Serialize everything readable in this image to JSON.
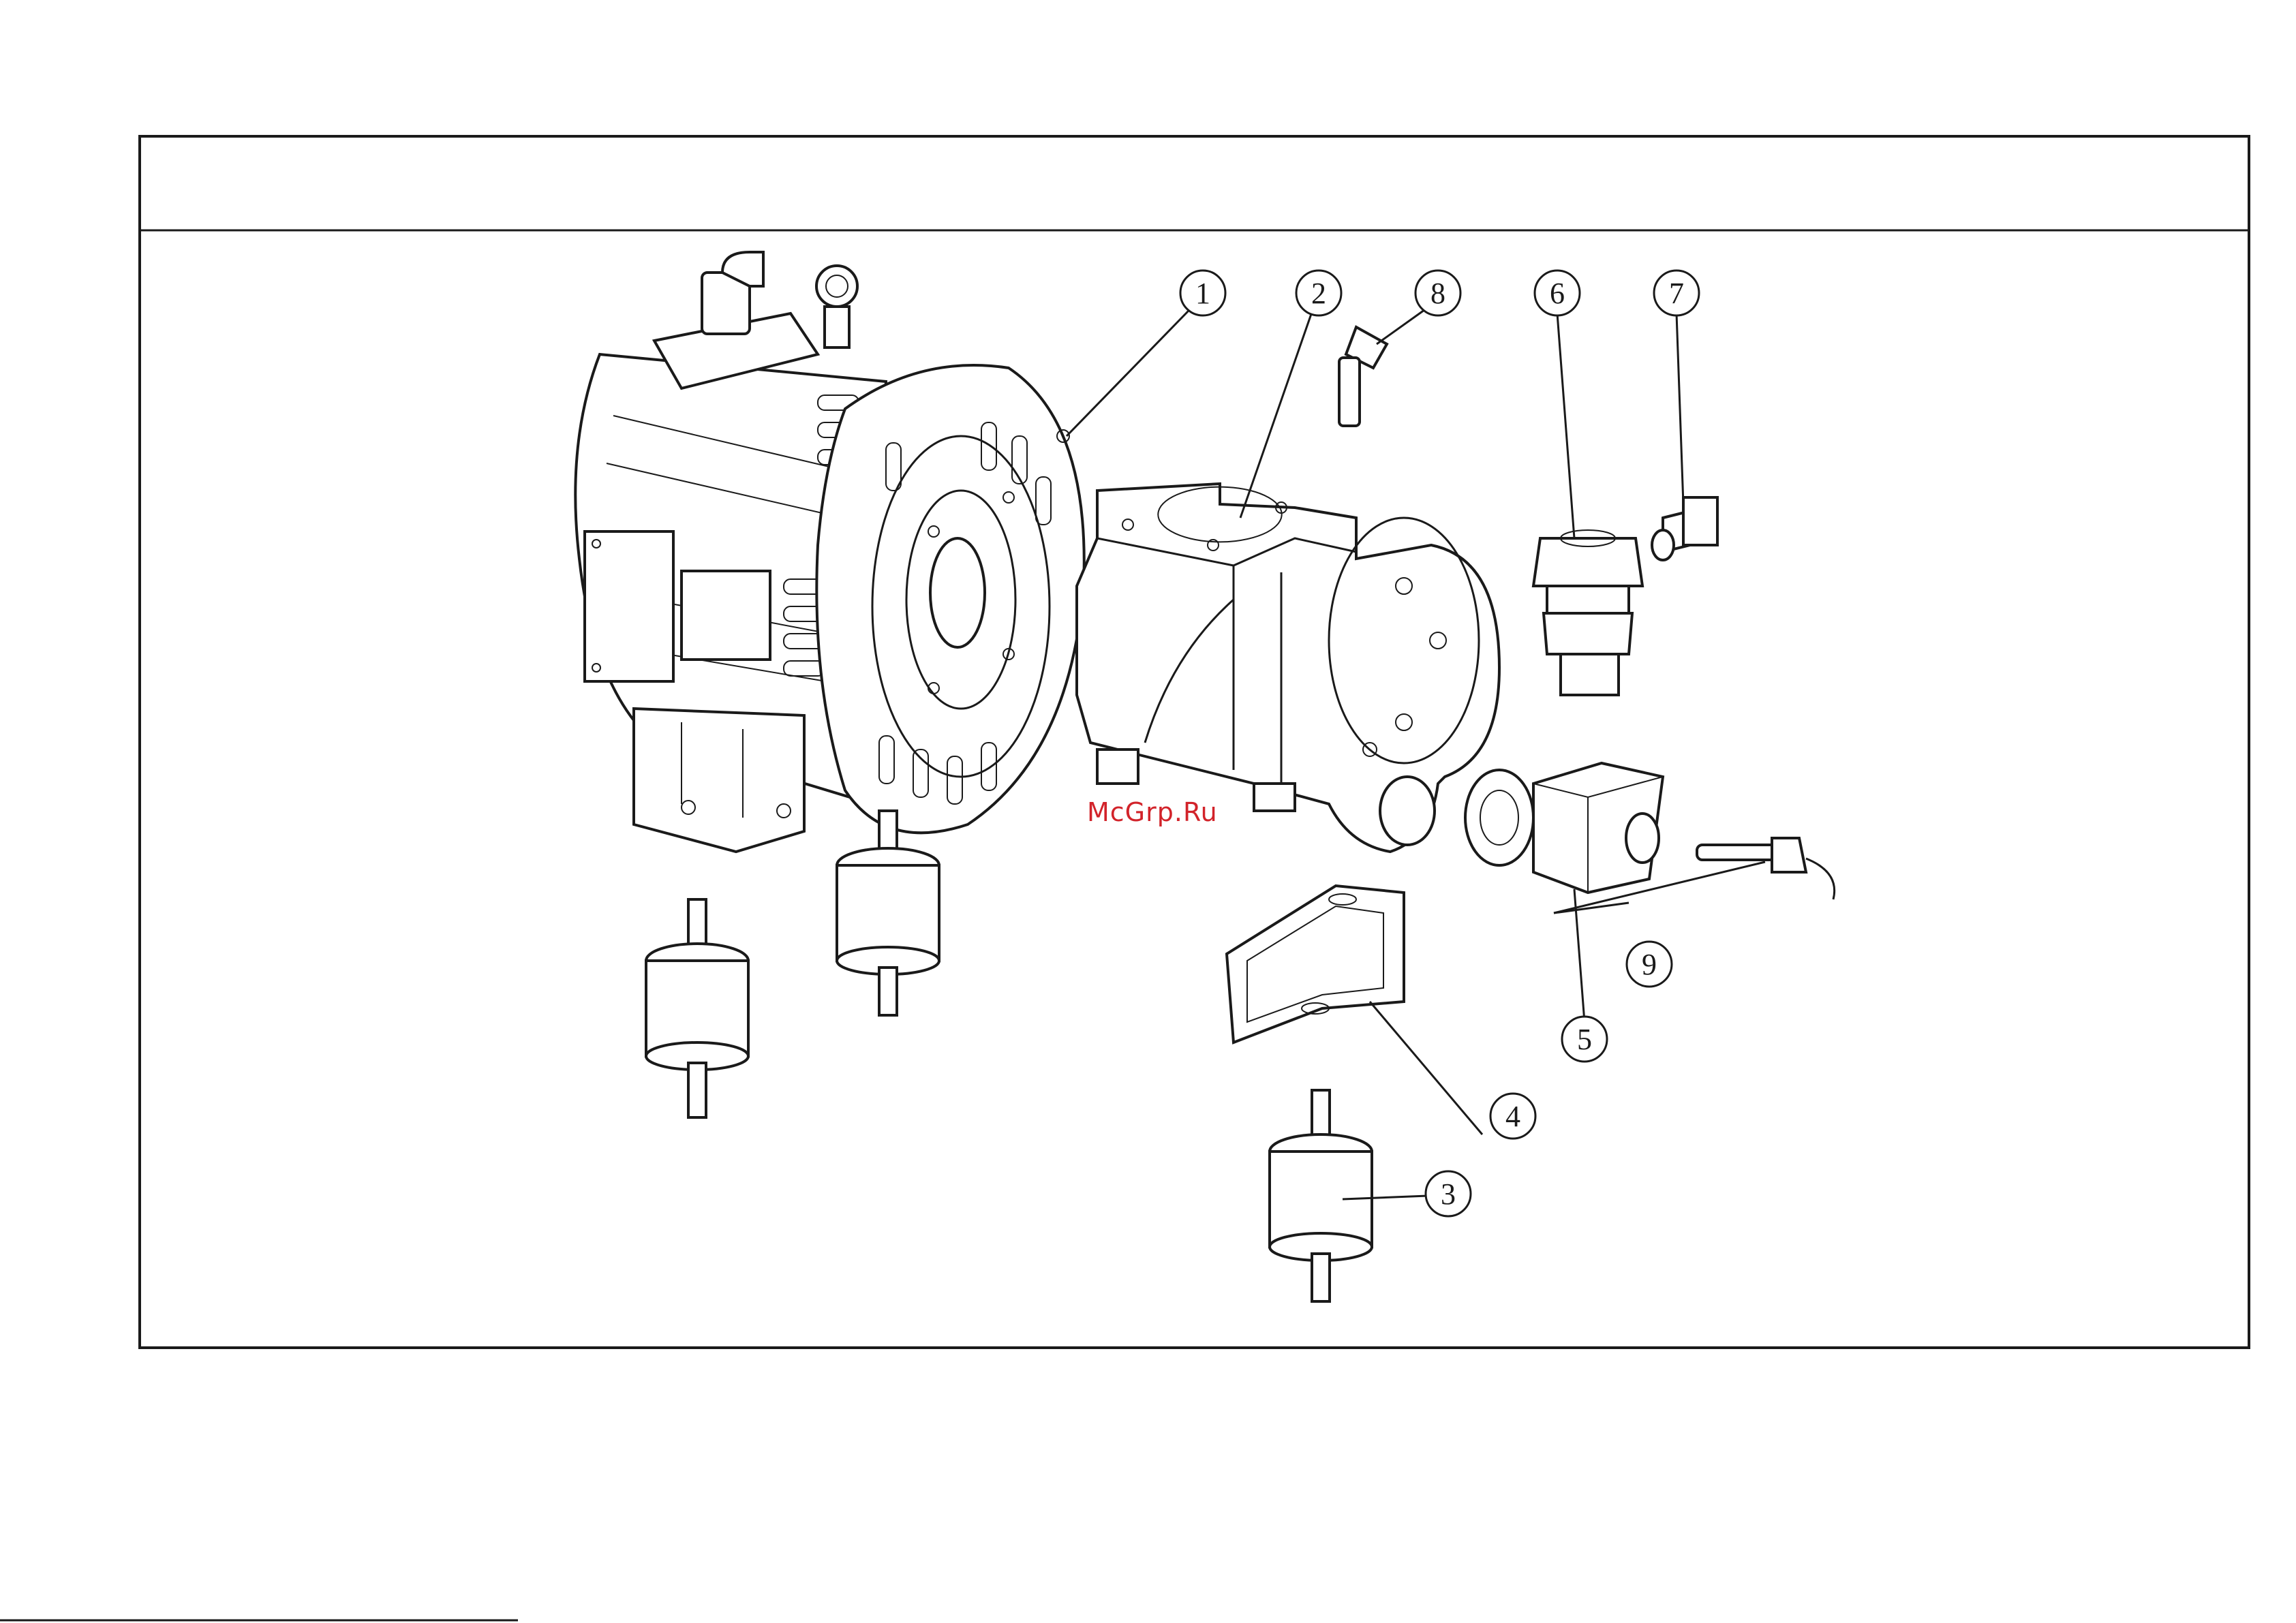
{
  "callouts": [
    "1",
    "2",
    "3",
    "4",
    "5",
    "6",
    "7",
    "8",
    "9"
  ],
  "watermark": "McGrp.Ru"
}
